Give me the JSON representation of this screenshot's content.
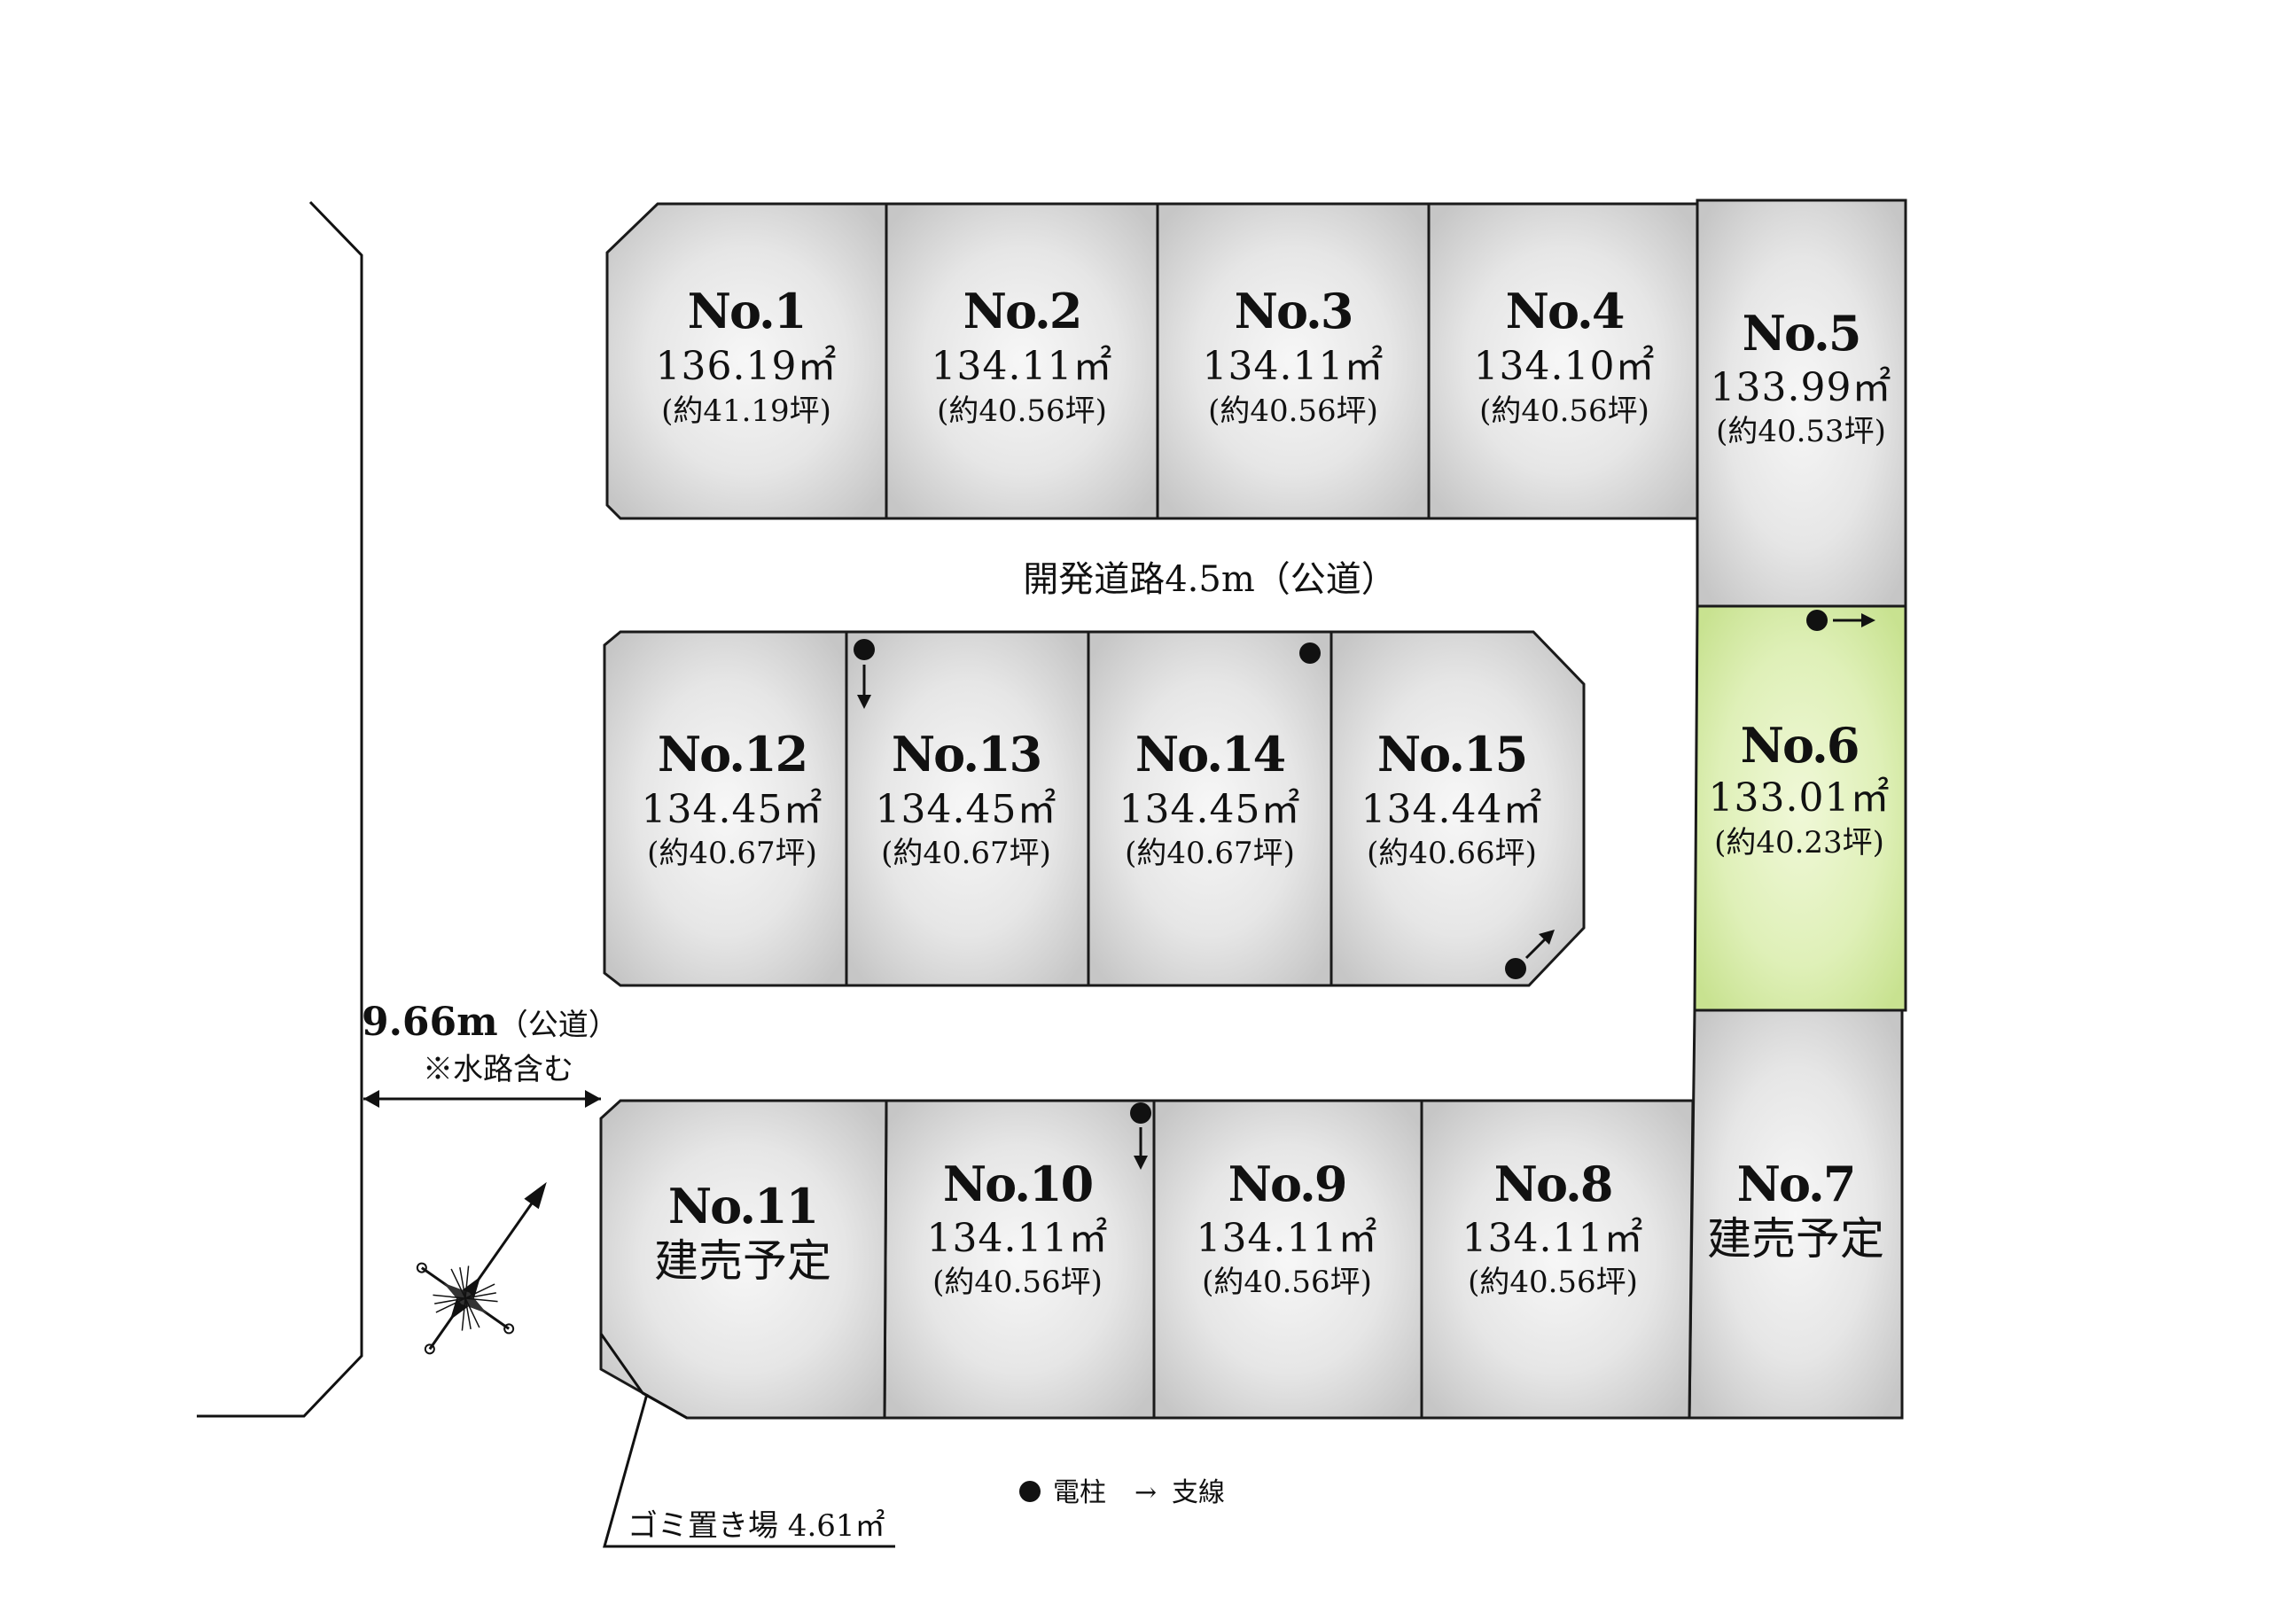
{
  "lots": [
    {
      "id": "1",
      "no": "No.1",
      "area": "136.19㎡",
      "tsubo": "(約41.19坪)",
      "note": ""
    },
    {
      "id": "2",
      "no": "No.2",
      "area": "134.11㎡",
      "tsubo": "(約40.56坪)",
      "note": ""
    },
    {
      "id": "3",
      "no": "No.3",
      "area": "134.11㎡",
      "tsubo": "(約40.56坪)",
      "note": ""
    },
    {
      "id": "4",
      "no": "No.4",
      "area": "134.10㎡",
      "tsubo": "(約40.56坪)",
      "note": ""
    },
    {
      "id": "5",
      "no": "No.5",
      "area": "133.99㎡",
      "tsubo": "(約40.53坪)",
      "note": ""
    },
    {
      "id": "6",
      "no": "No.6",
      "area": "133.01㎡",
      "tsubo": "(約40.23坪)",
      "note": ""
    },
    {
      "id": "7",
      "no": "No.7",
      "area": "",
      "tsubo": "",
      "note": "建売予定"
    },
    {
      "id": "8",
      "no": "No.8",
      "area": "134.11㎡",
      "tsubo": "(約40.56坪)",
      "note": ""
    },
    {
      "id": "9",
      "no": "No.9",
      "area": "134.11㎡",
      "tsubo": "(約40.56坪)",
      "note": ""
    },
    {
      "id": "10",
      "no": "No.10",
      "area": "134.11㎡",
      "tsubo": "(約40.56坪)",
      "note": ""
    },
    {
      "id": "11",
      "no": "No.11",
      "area": "",
      "tsubo": "",
      "note": "建売予定"
    },
    {
      "id": "12",
      "no": "No.12",
      "area": "134.45㎡",
      "tsubo": "(約40.67坪)",
      "note": ""
    },
    {
      "id": "13",
      "no": "No.13",
      "area": "134.45㎡",
      "tsubo": "(約40.67坪)",
      "note": ""
    },
    {
      "id": "14",
      "no": "No.14",
      "area": "134.45㎡",
      "tsubo": "(約40.67坪)",
      "note": ""
    },
    {
      "id": "15",
      "no": "No.15",
      "area": "134.44㎡",
      "tsubo": "(約40.66坪)",
      "note": ""
    }
  ],
  "highlight_lot": "6",
  "colors": {
    "lot_fill": "#c8c8c8",
    "lot_fill_center": "#f7f7f7",
    "highlight_fill": "#cfe59a",
    "highlight_center": "#f0f8d8"
  },
  "road": {
    "dev_road_label": "開発道路4.5m（公道）",
    "public_road_width": "9.66m",
    "public_road_type": "（公道）",
    "public_road_note": "※水路含む"
  },
  "garbage": {
    "label": "ゴミ置き場 4.61㎡"
  },
  "legend": {
    "pole_label": "電柱",
    "arrow_symbol": "→",
    "guy_wire_label": "支線"
  },
  "compass": {
    "icon": "north-arrow-compass-rose"
  }
}
